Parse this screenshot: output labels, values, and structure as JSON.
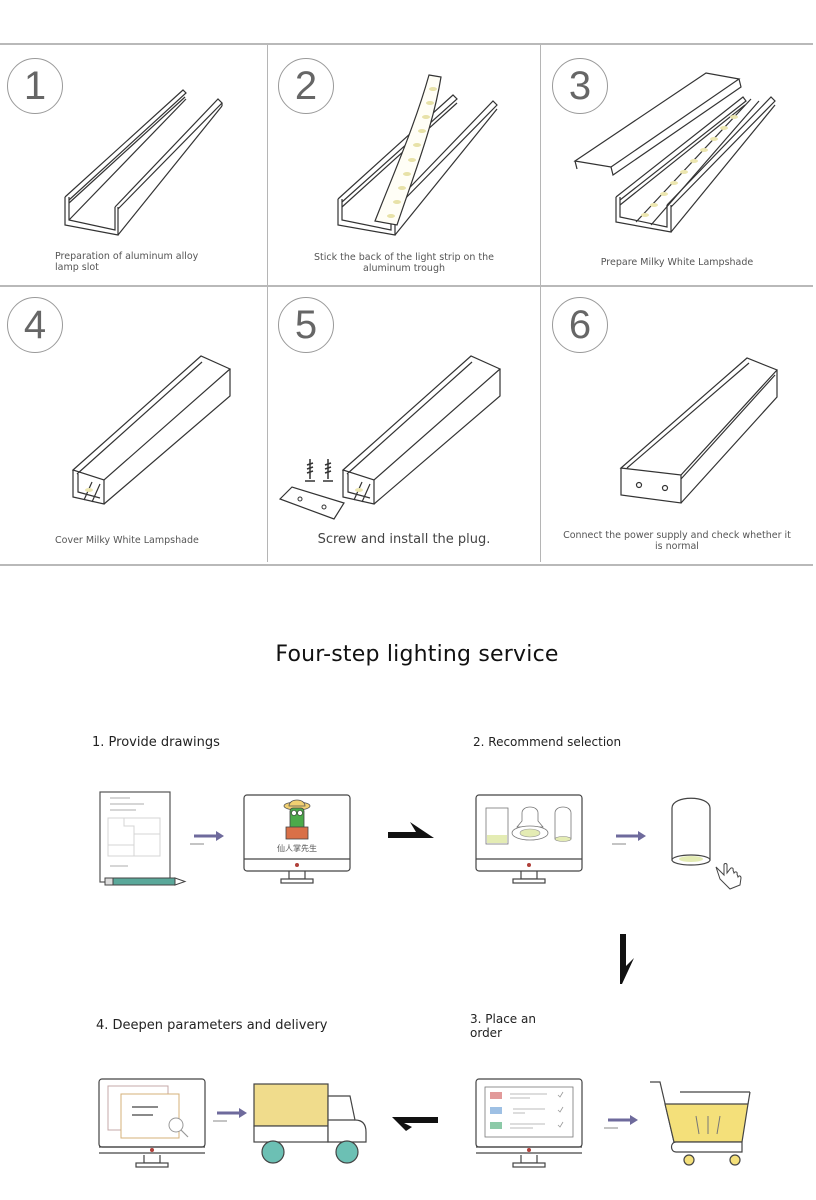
{
  "installation_steps": [
    {
      "number": "1",
      "caption": "Preparation of aluminum alloy lamp slot"
    },
    {
      "number": "2",
      "caption": "Stick the back of the light strip on the aluminum trough"
    },
    {
      "number": "3",
      "caption": "Prepare Milky White Lampshade"
    },
    {
      "number": "4",
      "caption": "Cover Milky White Lampshade"
    },
    {
      "number": "5",
      "caption": "Screw and install the plug."
    },
    {
      "number": "6",
      "caption": "Connect the power supply and check whether it is normal"
    }
  ],
  "service": {
    "title": "Four-step lighting service",
    "steps": [
      {
        "label": "1. Provide drawings"
      },
      {
        "label": "2. Recommend selection"
      },
      {
        "label": "3. Place an order"
      },
      {
        "label": "4. Deepen parameters and delivery"
      }
    ],
    "monitor_screen_text": "仙人掌先生"
  },
  "colors": {
    "arrow_purple": "#6e6a9c",
    "lamp_glow": "#e4ecb4",
    "truck_yellow": "#f0dc8c",
    "wheel_teal": "#6cc0b4",
    "pencil_teal": "#5aa89a",
    "cart_yellow": "#f4e07a"
  }
}
